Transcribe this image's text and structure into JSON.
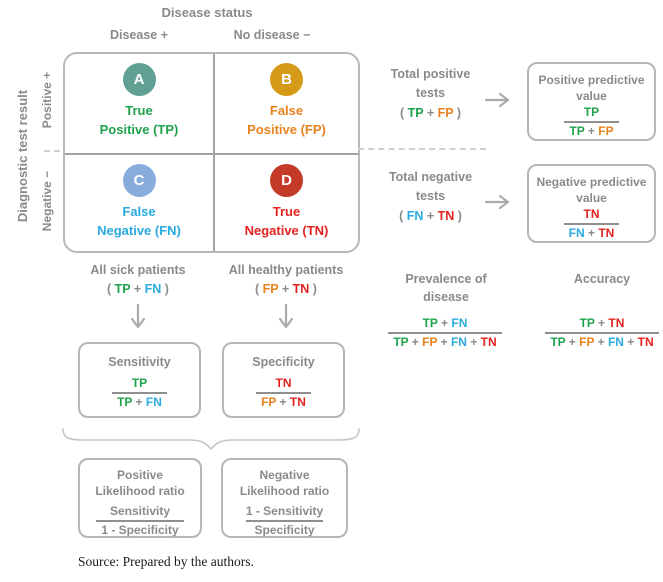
{
  "colors": {
    "tp_green": "#1fa24c",
    "fp_orange": "#e8821d",
    "fn_blue": "#2aabdf",
    "tn_red": "#e42320",
    "label_gray": "#8a8a8a",
    "circle_a_teal": "#5fa092",
    "circle_b_amber": "#d69a19",
    "circle_c_lightblue": "#88acdc",
    "circle_d_red": "#c43a28"
  },
  "top": {
    "title": "Disease status",
    "col_disease": "Disease +",
    "col_no_disease": "No disease −"
  },
  "left_axis": {
    "title": "Diagnostic test result",
    "row_positive": "Positive  +",
    "row_negative": "Negative  −"
  },
  "matrix": {
    "cells": [
      {
        "letter": "A",
        "line1": "True",
        "line2": "Positive (TP)"
      },
      {
        "letter": "B",
        "line1": "False",
        "line2": "Positive (FP)"
      },
      {
        "letter": "C",
        "line1": "False",
        "line2": "Negative (FN)"
      },
      {
        "letter": "D",
        "line1": "True",
        "line2": "Negative (TN)"
      }
    ]
  },
  "mid": {
    "total_positive": {
      "line1": "Total positive",
      "line2": "tests",
      "tokens": [
        {
          "t": "( ",
          "c": "gray"
        },
        {
          "t": "TP",
          "c": "green"
        },
        {
          "t": " + ",
          "c": "gray"
        },
        {
          "t": "FP",
          "c": "orange"
        },
        {
          "t": " )",
          "c": "gray"
        }
      ]
    },
    "total_negative": {
      "line1": "Total negative",
      "line2": "tests",
      "tokens": [
        {
          "t": "( ",
          "c": "gray"
        },
        {
          "t": "FN",
          "c": "blue"
        },
        {
          "t": " + ",
          "c": "gray"
        },
        {
          "t": "TN",
          "c": "red"
        },
        {
          "t": " )",
          "c": "gray"
        }
      ]
    }
  },
  "boxes": {
    "ppv": {
      "title1": "Positive predictive",
      "title2": "value",
      "num": [
        {
          "t": "TP",
          "c": "green"
        }
      ],
      "den": [
        {
          "t": "TP",
          "c": "green"
        },
        {
          "t": " + ",
          "c": "gray"
        },
        {
          "t": "FP",
          "c": "orange"
        }
      ]
    },
    "npv": {
      "title1": "Negative predictive",
      "title2": "value",
      "num": [
        {
          "t": "TN",
          "c": "red"
        }
      ],
      "den": [
        {
          "t": "FN",
          "c": "blue"
        },
        {
          "t": " + ",
          "c": "gray"
        },
        {
          "t": "TN",
          "c": "red"
        }
      ]
    },
    "sensitivity": {
      "title": "Sensitivity",
      "num": [
        {
          "t": "TP",
          "c": "green"
        }
      ],
      "den": [
        {
          "t": "TP",
          "c": "green"
        },
        {
          "t": " + ",
          "c": "gray"
        },
        {
          "t": "FN",
          "c": "blue"
        }
      ]
    },
    "specificity": {
      "title": "Specificity",
      "num": [
        {
          "t": "TN",
          "c": "red"
        }
      ],
      "den": [
        {
          "t": "FP",
          "c": "orange"
        },
        {
          "t": " + ",
          "c": "gray"
        },
        {
          "t": "TN",
          "c": "red"
        }
      ]
    },
    "plr": {
      "title1": "Positive",
      "title2": "Likelihood ratio",
      "num": [
        {
          "t": "Sensitivity",
          "c": "gray"
        }
      ],
      "den": [
        {
          "t": "1 - Specificity",
          "c": "gray"
        }
      ]
    },
    "nlr": {
      "title1": "Negative",
      "title2": "Likelihood ratio",
      "num": [
        {
          "t": "1 - Sensitivity",
          "c": "gray"
        }
      ],
      "den": [
        {
          "t": "Specificity",
          "c": "gray"
        }
      ]
    }
  },
  "lower": {
    "all_sick": {
      "label": "All sick patients",
      "tokens": [
        {
          "t": "( ",
          "c": "gray"
        },
        {
          "t": "TP",
          "c": "green"
        },
        {
          "t": " + ",
          "c": "gray"
        },
        {
          "t": "FN",
          "c": "blue"
        },
        {
          "t": " )",
          "c": "gray"
        }
      ]
    },
    "all_healthy": {
      "label": "All healthy patients",
      "tokens": [
        {
          "t": "( ",
          "c": "gray"
        },
        {
          "t": "FP",
          "c": "orange"
        },
        {
          "t": " + ",
          "c": "gray"
        },
        {
          "t": "TN",
          "c": "red"
        },
        {
          "t": " )",
          "c": "gray"
        }
      ]
    },
    "prevalence": {
      "title1": "Prevalence of",
      "title2": "disease",
      "num": [
        {
          "t": "TP",
          "c": "green"
        },
        {
          "t": " + ",
          "c": "gray"
        },
        {
          "t": "FN",
          "c": "blue"
        }
      ],
      "den": [
        {
          "t": "TP",
          "c": "green"
        },
        {
          "t": " + ",
          "c": "gray"
        },
        {
          "t": "FP",
          "c": "orange"
        },
        {
          "t": " + ",
          "c": "gray"
        },
        {
          "t": "FN",
          "c": "blue"
        },
        {
          "t": " + ",
          "c": "gray"
        },
        {
          "t": "TN",
          "c": "red"
        }
      ]
    },
    "accuracy": {
      "title": "Accuracy",
      "num": [
        {
          "t": "TP",
          "c": "green"
        },
        {
          "t": " + ",
          "c": "gray"
        },
        {
          "t": "TN",
          "c": "red"
        }
      ],
      "den": [
        {
          "t": "TP",
          "c": "green"
        },
        {
          "t": " + ",
          "c": "gray"
        },
        {
          "t": "FP",
          "c": "orange"
        },
        {
          "t": " + ",
          "c": "gray"
        },
        {
          "t": "FN",
          "c": "blue"
        },
        {
          "t": " + ",
          "c": "gray"
        },
        {
          "t": "TN",
          "c": "red"
        }
      ]
    }
  },
  "source": "Source: Prepared by the authors."
}
